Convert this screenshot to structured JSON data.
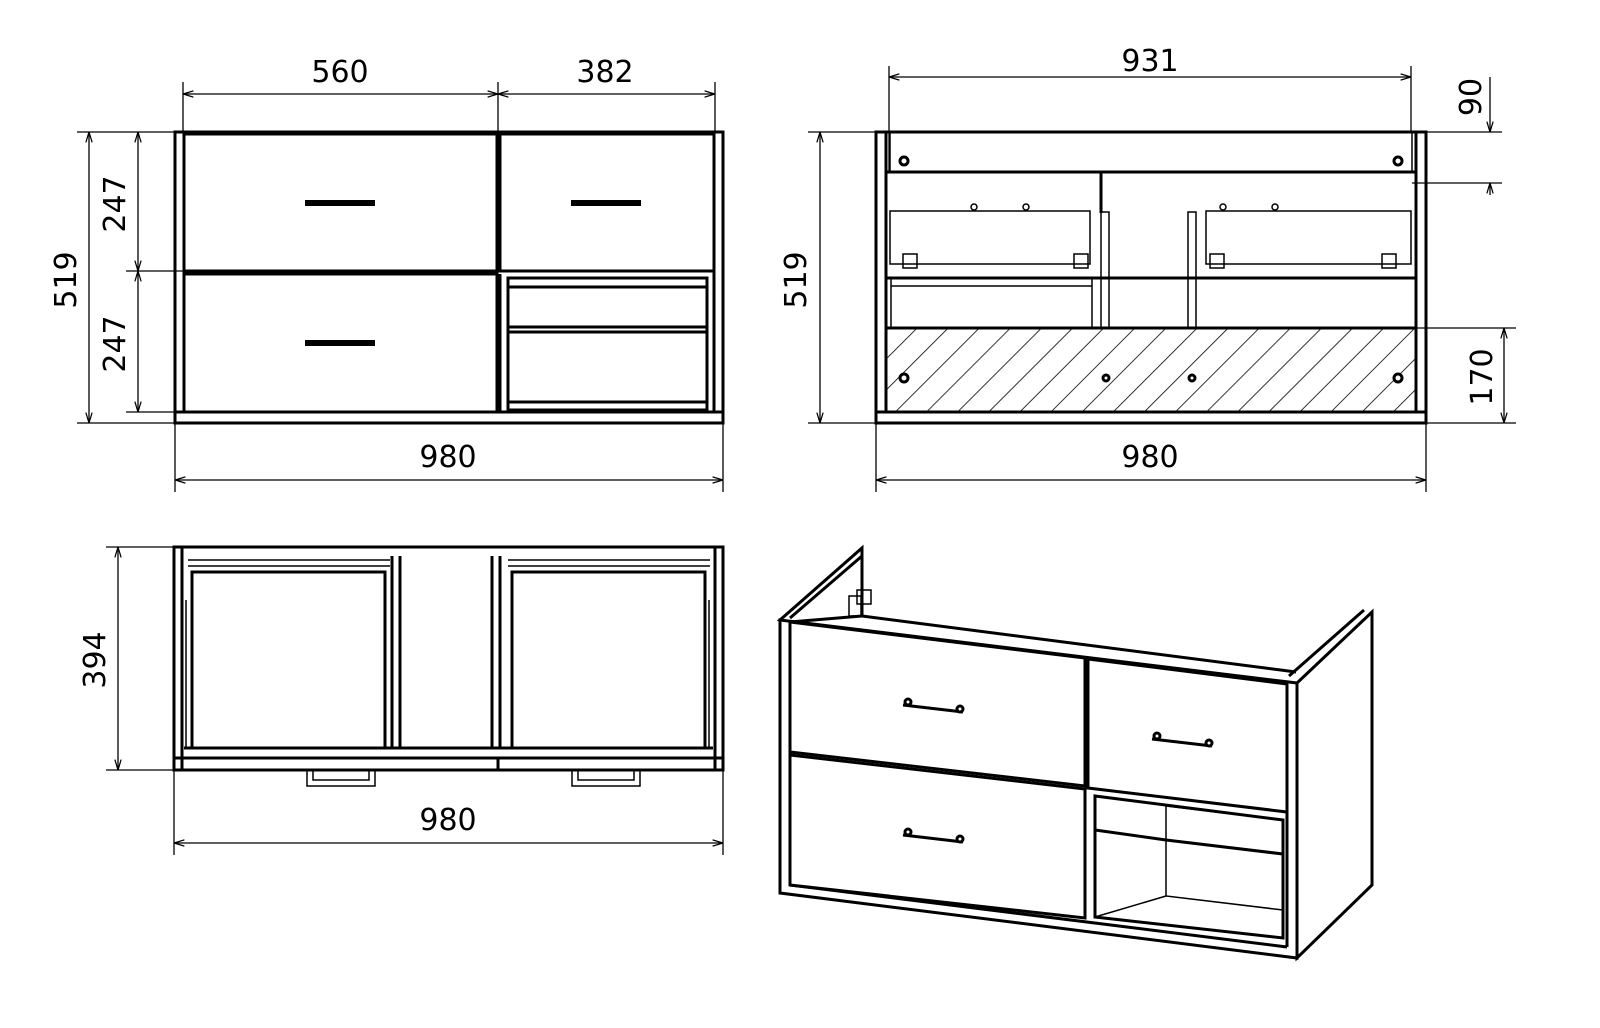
{
  "front_view": {
    "width_total": "980",
    "height_total": "519",
    "left_drawer_width": "560",
    "right_section_width": "382",
    "upper_drawer_height": "247",
    "lower_drawer_height": "247"
  },
  "back_view": {
    "inner_width": "931",
    "height_total": "519",
    "top_rail_height": "90",
    "bottom_panel_height": "170",
    "width_total": "980"
  },
  "top_view": {
    "depth": "394",
    "width_total": "980"
  }
}
